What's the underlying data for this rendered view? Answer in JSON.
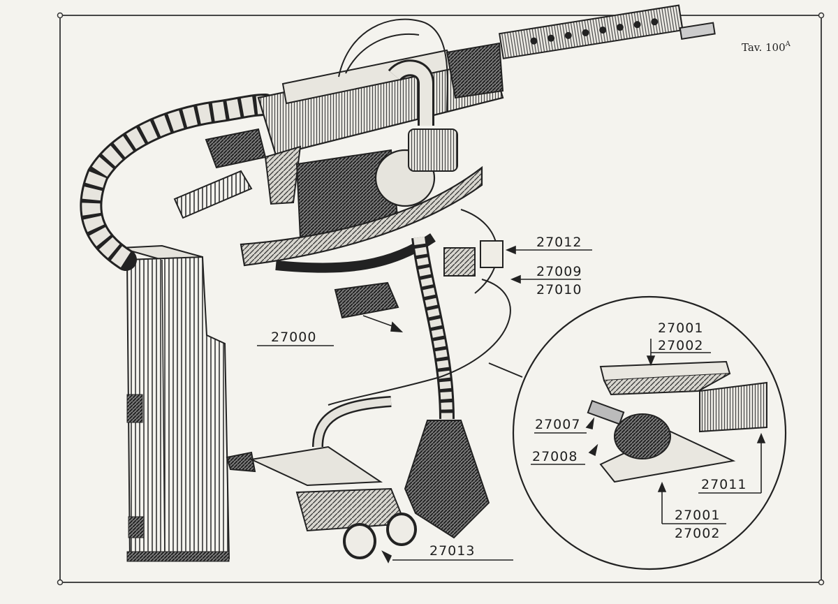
{
  "plate": {
    "number_prefix": "Tav. 100",
    "number_suffix": "A"
  },
  "labels": {
    "l27012": "27012",
    "l27009": "27009",
    "l27010": "27010",
    "l27000": "27000",
    "l27001a": "27001",
    "l27002a": "27002",
    "l27007": "27007",
    "l27008": "27008",
    "l27011": "27011",
    "l27001b": "27001",
    "l27002b": "27002",
    "l27013": "27013"
  },
  "colors": {
    "paper": "#f4f3ee",
    "ink": "#222222"
  }
}
